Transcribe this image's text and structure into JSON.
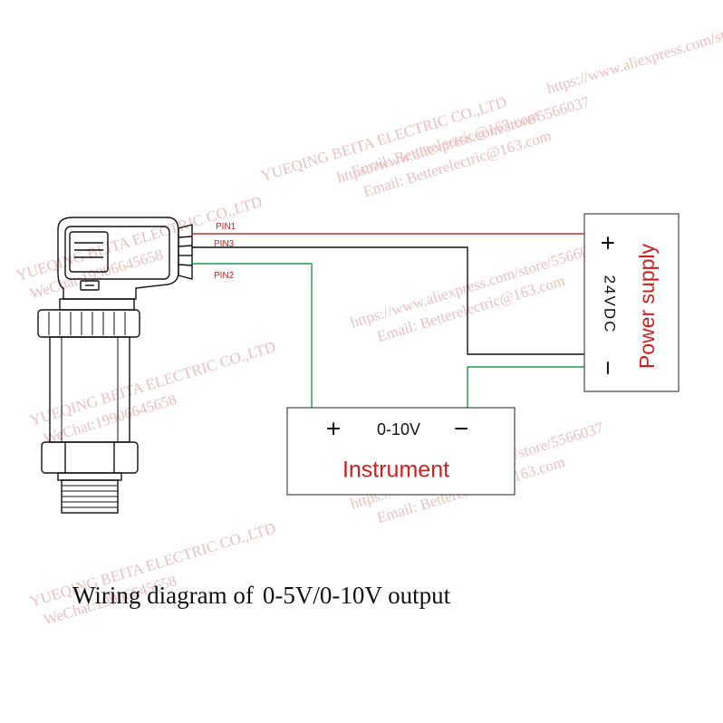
{
  "pins": {
    "pin1": "PIN1",
    "pin3": "PIN3",
    "pin2": "PIN2"
  },
  "power_supply": {
    "plus": "+",
    "voltage": "24VDC",
    "minus": "−",
    "label": "Power supply"
  },
  "instrument": {
    "plus": "+",
    "range": "0-10V",
    "minus": "−",
    "label": "Instrument"
  },
  "caption": {
    "part1": "Wiring diagram of",
    "part2": "0-5V/0-10V output"
  },
  "watermarks": {
    "company": "YUEQING BEITA ELECTRIC CO.,LTD",
    "url": "https://www.aliexpress.com/store/5566037",
    "email": "Email: Betterelectric@163.com",
    "wechat": "WeChat:19906645658"
  },
  "colors": {
    "wire_red": "#c0302e",
    "wire_black": "#111111",
    "wire_green": "#1f9a4a",
    "text_red": "#d01f1f",
    "watermark": "#e7b4b4"
  }
}
